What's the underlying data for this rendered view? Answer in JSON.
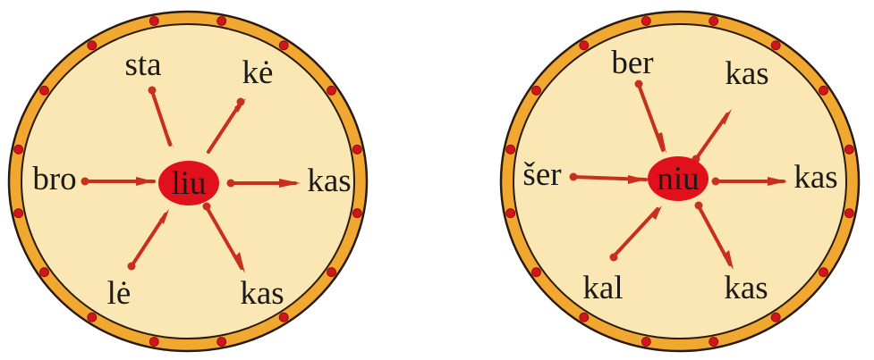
{
  "colors": {
    "rim": "#f0a830",
    "rim_outline": "#2a1a10",
    "face": "#fbe7b4",
    "hub": "#e0101c",
    "needle": "#c8301e",
    "stud": "#d4141c"
  },
  "wheels": [
    {
      "hub": "liu",
      "syllables": [
        {
          "position": "top-left",
          "text": "sta"
        },
        {
          "position": "top-right",
          "text": "kė"
        },
        {
          "position": "right",
          "text": "kas"
        },
        {
          "position": "bottom-right",
          "text": "kas"
        },
        {
          "position": "bottom-left",
          "text": "lė"
        },
        {
          "position": "left",
          "text": "bro"
        }
      ]
    },
    {
      "hub": "niu",
      "syllables": [
        {
          "position": "top-left",
          "text": "ber"
        },
        {
          "position": "top-right",
          "text": "kas"
        },
        {
          "position": "right",
          "text": "kas"
        },
        {
          "position": "bottom-right",
          "text": "kas"
        },
        {
          "position": "bottom-left",
          "text": "kal"
        },
        {
          "position": "left",
          "text": "šer"
        }
      ]
    }
  ]
}
